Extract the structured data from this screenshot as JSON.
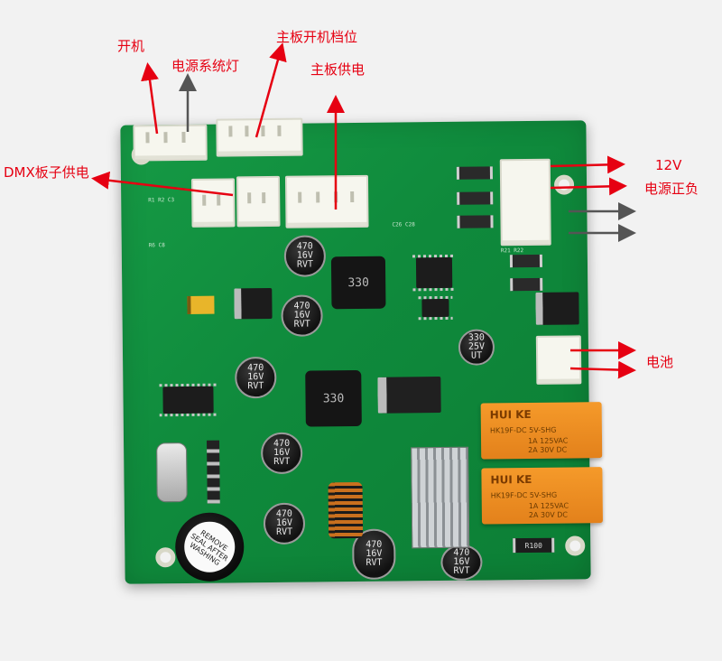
{
  "annotations": {
    "power_on": "开机",
    "power_indicator": "电源系统灯",
    "board_power_switch": "主板开机档位",
    "board_power_supply": "主板供电",
    "dmx_board_supply": "DMX板子供电",
    "v12": "12V",
    "power_pos_neg": "电源正负",
    "battery": "电池"
  },
  "components": {
    "cap_470_16v": "470\n16V\nRVT",
    "cap_330_25v": "330\n25V\nUT",
    "inductor_330": "330",
    "relay_brand": "HUI KE",
    "relay_model": "HK19F-DC 5V-SHG",
    "relay_rating1": "1A 125VAC",
    "relay_rating2": "2A 30V DC",
    "buzzer_text": "REMOVE SEAL AFTER WASHING",
    "resistor_label": "R100"
  },
  "colors": {
    "annotation_red": "#e60012",
    "pcb_green": "#119240",
    "relay_orange": "#f0901f"
  }
}
